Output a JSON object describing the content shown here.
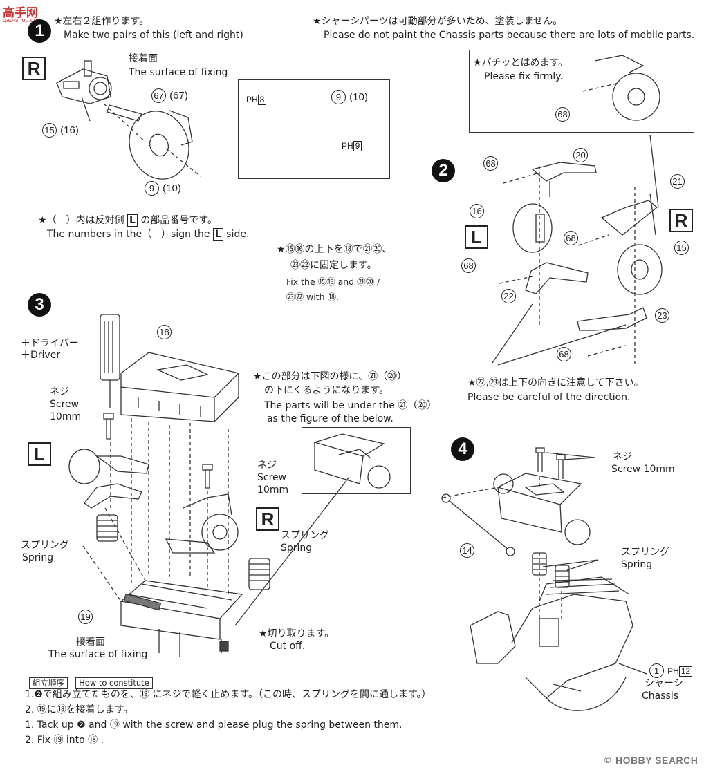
{
  "watermark": {
    "top_left": "高手网",
    "top_left_sub": "gao-shou.com",
    "bottom_right": "HOBBY SEARCH",
    "bottom_right_sym": "©"
  },
  "step1": {
    "num": "1",
    "note_jp": "★左右２組作ります。",
    "note_en": "Make two pairs of this (left and right)",
    "side": "R",
    "surface_jp": "接着面",
    "surface_en": "The surface of fixing",
    "part_67": "67",
    "part_67_alt": "(67)",
    "part_15": "15",
    "part_16": "(16)",
    "part_9": "9",
    "part_10": "(10)",
    "detail_ph": "PH",
    "detail_ph8": "8",
    "detail_ph9": "9",
    "legend_jp": "★（　）内は反対側",
    "legend_jp2": "の部品番号です。",
    "legend_L": "L",
    "legend_en": "The numbers in the（　）sign the",
    "legend_en2": "side."
  },
  "paint_note": {
    "jp": "★シャーシパーツは可動部分が多いため、塗装しません。",
    "en": "Please do not paint the Chassis parts because there are lots of mobile parts."
  },
  "step2": {
    "num": "2",
    "fix_jp": "★パチッとはめます。",
    "fix_en": "Please fix firmly.",
    "p68": "68",
    "p20": "20",
    "p21": "21",
    "p16": "16",
    "p15": "15",
    "p22": "22",
    "p23": "23",
    "sideL": "L",
    "sideR": "R",
    "instr_jp_1": "★⑮⑯の上下を⑱で㉑⑳、",
    "instr_jp_1b": "㉓㉒に固定します。",
    "instr_en_1": "Fix the ⑮⑯ and ㉑⑳ /",
    "instr_en_2": "㉓㉒ with ⑱.",
    "dir_jp": "★㉒,㉓は上下の向きに注意して下さい。",
    "dir_en": "Please be careful of the direction."
  },
  "step3": {
    "num": "3",
    "driver_jp": "＋ドライバー",
    "driver_en": "＋Driver",
    "screw_jp": "ネジ",
    "screw_en": "Screw",
    "screw_size": "10mm",
    "p18": "18",
    "p19": "19",
    "sideL": "L",
    "sideR": "R",
    "spring_jp": "スプリング",
    "spring_en": "Spring",
    "under_jp1": "★この部分は下図の様に、㉑（⑳）",
    "under_jp2": "の下にくるようになります。",
    "under_en1": "The parts will be under the ㉑（⑳）",
    "under_en2": "as the figure of the below.",
    "surface_jp": "接着面",
    "surface_en": "The surface of fixing",
    "cut_jp": "★切り取ります。",
    "cut_en": "Cut off."
  },
  "step4": {
    "num": "4",
    "screw_jp": "ネジ",
    "screw_en": "Screw 10mm",
    "p14": "14",
    "spring_jp": "スプリング",
    "spring_en": "Spring",
    "p1": "1",
    "ph12": "12",
    "chassis_jp": "シャーシ",
    "chassis_en": "Chassis"
  },
  "bottom": {
    "tag_jp": "組立順序",
    "tag_en": "How to constitute",
    "l1": "1.❷で組み立てたものを、⑲ にネジで軽く止めます。（この時、スプリングを間に通します。）",
    "l2": "2. ⑲に⑱を接着します。",
    "l3": "1. Tack up ❷ and ⑲ with the screw and please plug the spring between them.",
    "l4": "2. Fix ⑲ into ⑱ ."
  }
}
